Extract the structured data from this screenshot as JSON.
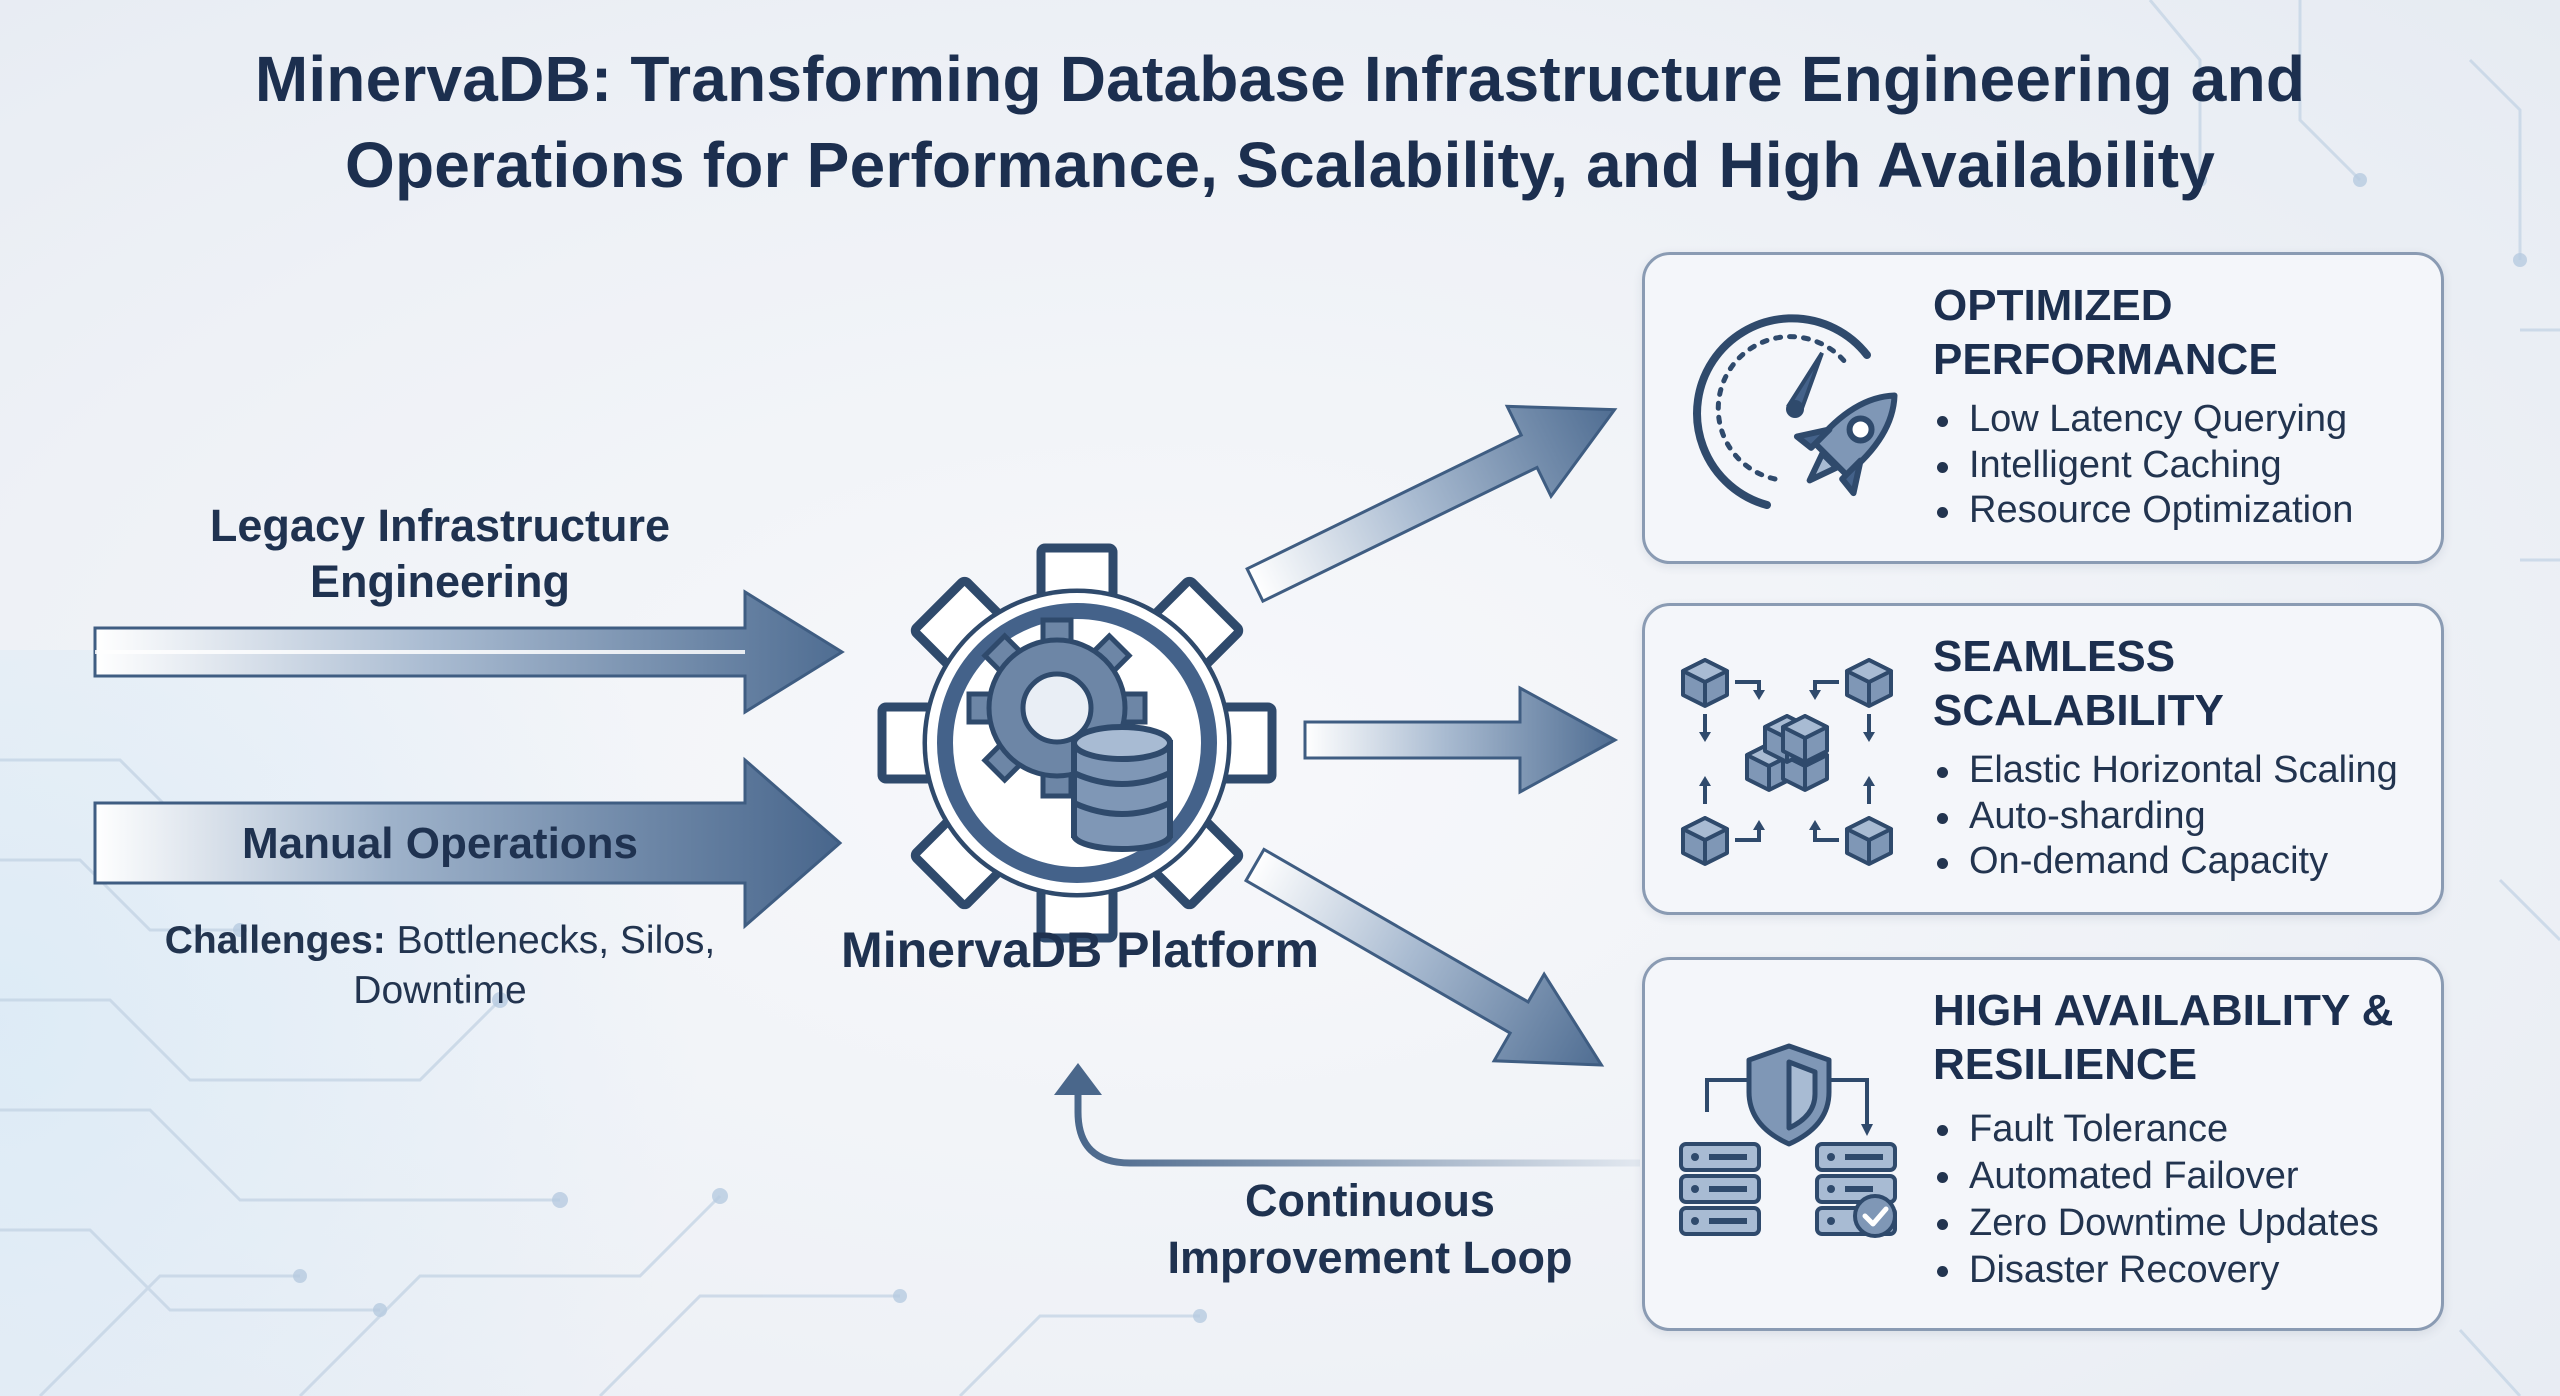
{
  "title": {
    "line1": "MinervaDB: Transforming Database Infrastructure Engineering and",
    "line2": "Operations for Performance, Scalability, and High Availability"
  },
  "inputs": {
    "legacy": "Legacy Infrastructure Engineering",
    "manual": "Manual Operations",
    "challenges_label": "Challenges:",
    "challenges_text": "Bottlenecks, Silos, Downtime"
  },
  "platform": {
    "label": "MinervaDB Platform"
  },
  "loop": {
    "label": "Continuous Improvement Loop"
  },
  "cards": [
    {
      "title": "OPTIMIZED PERFORMANCE",
      "icon": "speedometer-rocket-icon",
      "items": [
        "Low Latency Querying",
        "Intelligent Caching",
        "Resource Optimization"
      ]
    },
    {
      "title": "SEAMLESS SCALABILITY",
      "icon": "scaling-cubes-icon",
      "items": [
        "Elastic Horizontal Scaling",
        "Auto-sharding",
        "On-demand Capacity"
      ]
    },
    {
      "title": "HIGH AVAILABILITY & RESILIENCE",
      "icon": "shield-servers-icon",
      "items": [
        "Fault Tolerance",
        "Automated Failover",
        "Zero Downtime Updates",
        "Disaster Recovery"
      ]
    }
  ],
  "colors": {
    "navy": "#1c2f4f",
    "arrow": "#4f6d92",
    "icon": "#3e5c80",
    "border": "#8a9bb3"
  }
}
